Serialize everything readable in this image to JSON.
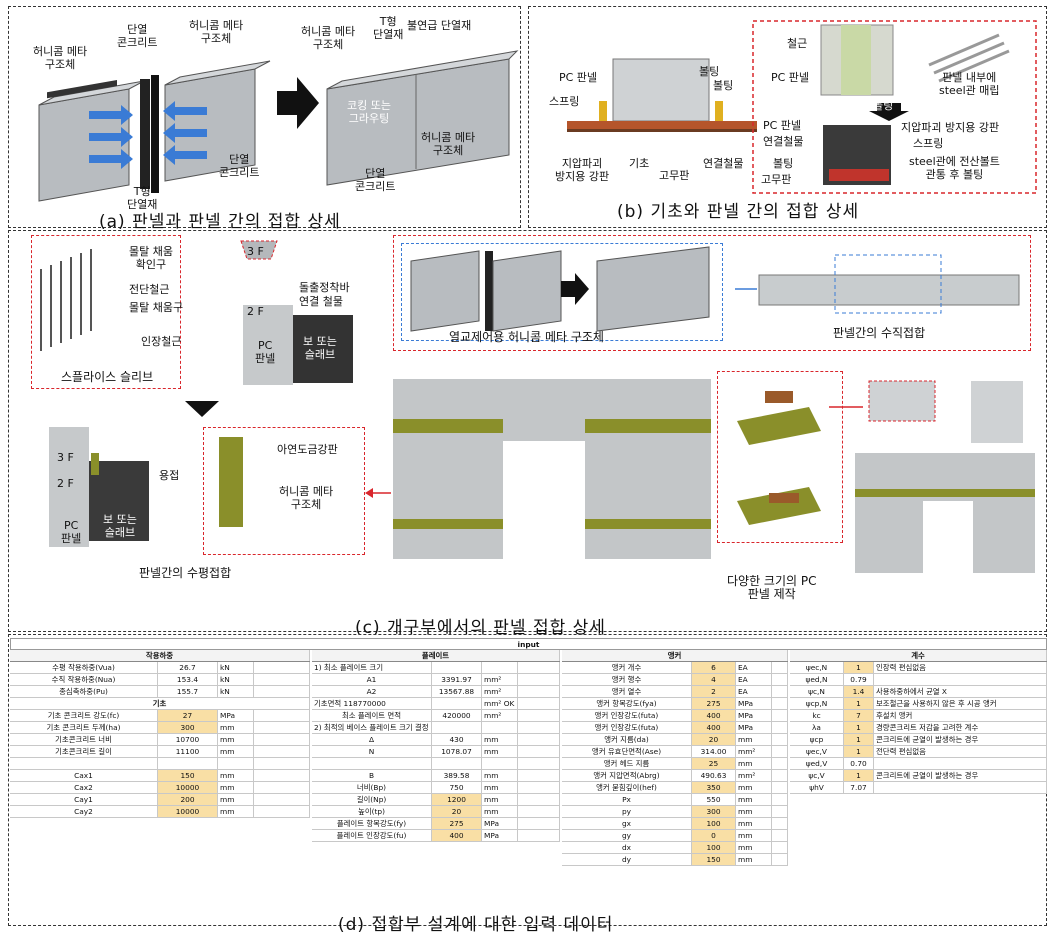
{
  "colors": {
    "accent_red": "#d9262c",
    "accent_blue": "#3a7bd5",
    "input_fill": "#f9dfa5",
    "insulation": "#8a8f2a"
  },
  "panel_a": {
    "caption": "(a) 판넬과 판넬 간의 접합 상세",
    "labels": {
      "honey1": "허니콤 메타\n구조체",
      "insul_conc1": "단열\n콘크리트",
      "honey2": "허니콤 메타\n구조체",
      "t_insul": "T형\n단열재",
      "insul_conc2": "단열\n콘크리트",
      "honey3": "허니콤 메타\n구조체",
      "t_insul2": "T형\n단열재",
      "nonflam": "불연급 단열재",
      "caulk": "코킹 또는\n그라우팅",
      "honey4": "허니콤 메타\n구조체",
      "insul_conc3": "단열\n콘크리트"
    }
  },
  "panel_b": {
    "caption": "(b) 기초와 판넬 간의 접합 상세",
    "labels": {
      "pc_panel": "PC 판넬",
      "spring": "스프링",
      "bolt1": "볼팅",
      "bolt2": "볼팅",
      "plate": "지압파괴\n방지용 강판",
      "base": "기초",
      "rubber": "고무판",
      "conn": "연결철물",
      "rebar": "철근",
      "pc_panel2": "PC 판넬",
      "steel_pipe": "판넬 내부에\nsteel관 매립",
      "bolting": "볼팅",
      "pc_panel3": "PC 판넬",
      "conn2": "연결철물",
      "bolt3": "볼팅",
      "rubber2": "고무판",
      "plate2": "지압파괴 방지용 강판",
      "spring2": "스프링",
      "steel_bolt": "steel관에 전산볼트\n관통 후 볼팅"
    }
  },
  "panel_c": {
    "caption": "(c) 개구부에서의 판넬 접합 상세",
    "labels": {
      "mortar": "몰탈 채움\n확인구",
      "shear": "전단철근",
      "mortar2": "몰탈 채움구",
      "tension": "인장철근",
      "sleeve": "스플라이스 슬리브",
      "f3": "3 F",
      "f2": "2 F",
      "bar": "돌출정착바",
      "conn": "연결 철물",
      "pc": "PC\n판넬",
      "beam": "보 또는\n슬래브",
      "f3b": "3 F",
      "f2b": "2 F",
      "weld": "용접",
      "pc2": "PC\n판넬",
      "beam2": "보 또는\n슬래브",
      "galv": "아연도금강판",
      "honey": "허니콤 메타\n구조체",
      "horiz": "판넬간의 수평접합",
      "thermal": "열교제어용 허니콤 메타 구조체",
      "vert": "판넬간의 수직접합",
      "various": "다양한 크기의 PC\n판넬 제작"
    }
  },
  "panel_d": {
    "caption": "(d) 접합부 설계에 대한 입력 데이터",
    "title": "input",
    "col1": {
      "header": "작용하중",
      "rows": [
        [
          "수평 작용하중(Vua)",
          "26.7",
          "kN",
          ""
        ],
        [
          "수직 작용하중(Nua)",
          "153.4",
          "kN",
          ""
        ],
        [
          "종심축하중(Pu)",
          "155.7",
          "kN",
          ""
        ]
      ],
      "section": "기초",
      "rows2": [
        [
          "기초 콘크리트 강도(fc)",
          "27",
          "MPa",
          "y"
        ],
        [
          "기초 콘크리트 두께(ha)",
          "300",
          "mm",
          "y"
        ],
        [
          "기초콘크리트 너비",
          "10700",
          "mm",
          ""
        ],
        [
          "기초콘크리트 길이",
          "11100",
          "mm",
          ""
        ],
        [
          "",
          "",
          " ",
          ""
        ],
        [
          "Cax1",
          "150",
          "mm",
          "y"
        ],
        [
          "Cax2",
          "10000",
          "mm",
          "y"
        ],
        [
          "Cay1",
          "200",
          "mm",
          "y"
        ],
        [
          "Cay2",
          "10000",
          "mm",
          "y"
        ]
      ]
    },
    "col2": {
      "header": "플레이트",
      "rows": [
        [
          "1) 최소 플레이트 크기",
          "",
          "",
          "n",
          "l"
        ],
        [
          "A1",
          "3391.97",
          "mm²",
          "n",
          "c"
        ],
        [
          "A2",
          "13567.88",
          "mm²",
          "n",
          "c"
        ],
        [
          "기초면적      118770000",
          "",
          "mm²   OK",
          "n",
          "l"
        ],
        [
          "최소 플레이트 면적",
          "420000",
          "mm²",
          "n",
          "c"
        ],
        [
          "2) 최적의 베이스 플레이트 크기 결정",
          "",
          "",
          "n",
          "l"
        ],
        [
          "Δ",
          "430",
          "mm",
          "n",
          "c"
        ],
        [
          "N",
          "1078.07",
          "mm",
          "n",
          "c"
        ],
        [
          "",
          "",
          "",
          "n",
          "c"
        ],
        [
          "B",
          "389.58",
          "mm",
          "n",
          "c"
        ],
        [
          "너비(Bp)",
          "750",
          "mm",
          "n",
          "c"
        ],
        [
          "길이(Np)",
          "1200",
          "mm",
          "y",
          "c"
        ],
        [
          "높이(tp)",
          "20",
          "mm",
          "y",
          "c"
        ],
        [
          "플레이트 항복강도(fy)",
          "275",
          "MPa",
          "y",
          "c"
        ],
        [
          "플레이트 인장강도(fu)",
          "400",
          "MPa",
          "y",
          "c"
        ]
      ]
    },
    "col3": {
      "header": "앵커",
      "rows": [
        [
          "앵커 개수",
          "6",
          "EA",
          "y"
        ],
        [
          "앵커 행수",
          "4",
          "EA",
          "y"
        ],
        [
          "앵커 열수",
          "2",
          "EA",
          "y"
        ],
        [
          "앵커 항복강도(fya)",
          "275",
          "MPa",
          "y"
        ],
        [
          "앵커 인장강도(futa)",
          "400",
          "MPa",
          "y"
        ],
        [
          "앵커 인장강도(futa)",
          "400",
          "MPa",
          "y"
        ],
        [
          "앵커 지름(da)",
          "20",
          "mm",
          "y"
        ],
        [
          "앵커 유효단면적(Ase)",
          "314.00",
          "mm²",
          "n"
        ],
        [
          "앵커 헤드 지름",
          "25",
          "mm",
          "y"
        ],
        [
          "앵커 지압면적(Abrg)",
          "490.63",
          "mm²",
          "n"
        ],
        [
          "앵커 묻힘깊이(hef)",
          "350",
          "mm",
          "y"
        ],
        [
          "Px",
          "550",
          "mm",
          "n"
        ],
        [
          "py",
          "300",
          "mm",
          "y"
        ],
        [
          "gx",
          "100",
          "mm",
          "y"
        ],
        [
          "gy",
          "0",
          "mm",
          "y"
        ],
        [
          "dx",
          "100",
          "mm",
          "y"
        ],
        [
          "dy",
          "150",
          "mm",
          "y"
        ]
      ]
    },
    "col4": {
      "header": "계수",
      "rows": [
        [
          "ψec,N",
          "1",
          "인장력 편심없음",
          "y"
        ],
        [
          "ψed,N",
          "0.79",
          "",
          "n"
        ],
        [
          "ψc,N",
          "1.4",
          "사용하중하에서 균열 X",
          "y"
        ],
        [
          "ψcp,N",
          "1",
          "보조철근을 사용하지 않은 후 시공 앵커",
          "y"
        ],
        [
          "kc",
          "7",
          "후설치 앵커",
          "y"
        ],
        [
          "λa",
          "1",
          "경량콘크리트 저감을 고려한 계수",
          "y"
        ],
        [
          "ψcp",
          "1",
          "콘크리트에 균열이 발생하는 경우",
          "y"
        ],
        [
          "ψec,V",
          "1",
          "전단력 편심없음",
          "y"
        ],
        [
          "ψed,V",
          "0.70",
          "",
          "n"
        ],
        [
          "ψc,V",
          "1",
          "콘크리트에 균열이 발생하는 경우",
          "y"
        ],
        [
          "ψhV",
          "7.07",
          "",
          "n"
        ]
      ]
    }
  }
}
